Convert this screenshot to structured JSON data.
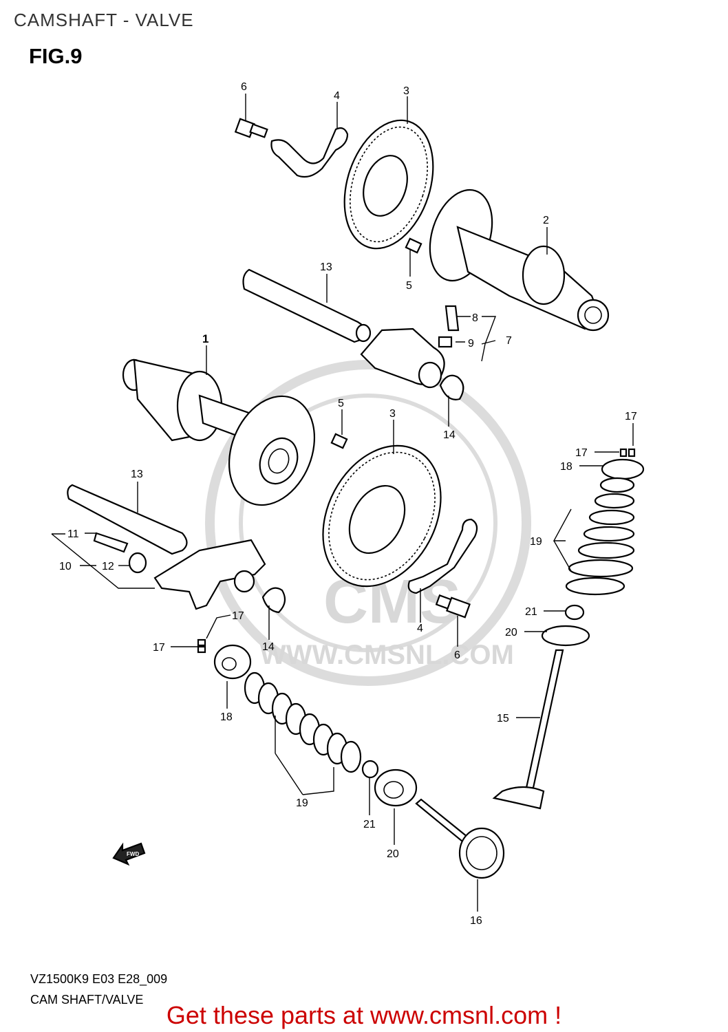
{
  "header": {
    "section_title": "CAMSHAFT - VALVE",
    "figure_label": "FIG.9"
  },
  "watermark": {
    "brand": "CMS",
    "url": "WWW.CMSNL.COM"
  },
  "fwd_badge": "FWD",
  "callouts": {
    "c1": "1",
    "c2": "2",
    "c3a": "3",
    "c3b": "3",
    "c4a": "4",
    "c4b": "4",
    "c5a": "5",
    "c5b": "5",
    "c6a": "6",
    "c6b": "6",
    "c7": "7",
    "c8": "8",
    "c9": "9",
    "c10": "10",
    "c11": "11",
    "c12": "12",
    "c13a": "13",
    "c13b": "13",
    "c14a": "14",
    "c14b": "14",
    "c15": "15",
    "c16": "16",
    "c17a": "17",
    "c17b": "17",
    "c17c": "17",
    "c17d": "17",
    "c18a": "18",
    "c18b": "18",
    "c19a": "19",
    "c19b": "19",
    "c20a": "20",
    "c20b": "20",
    "c21a": "21",
    "c21b": "21"
  },
  "footer": {
    "model_code": "VZ1500K9 E03 E28_009",
    "diagram_name": "CAM SHAFT/VALVE",
    "promo": "Get these parts at www.cmsnl.com !"
  }
}
